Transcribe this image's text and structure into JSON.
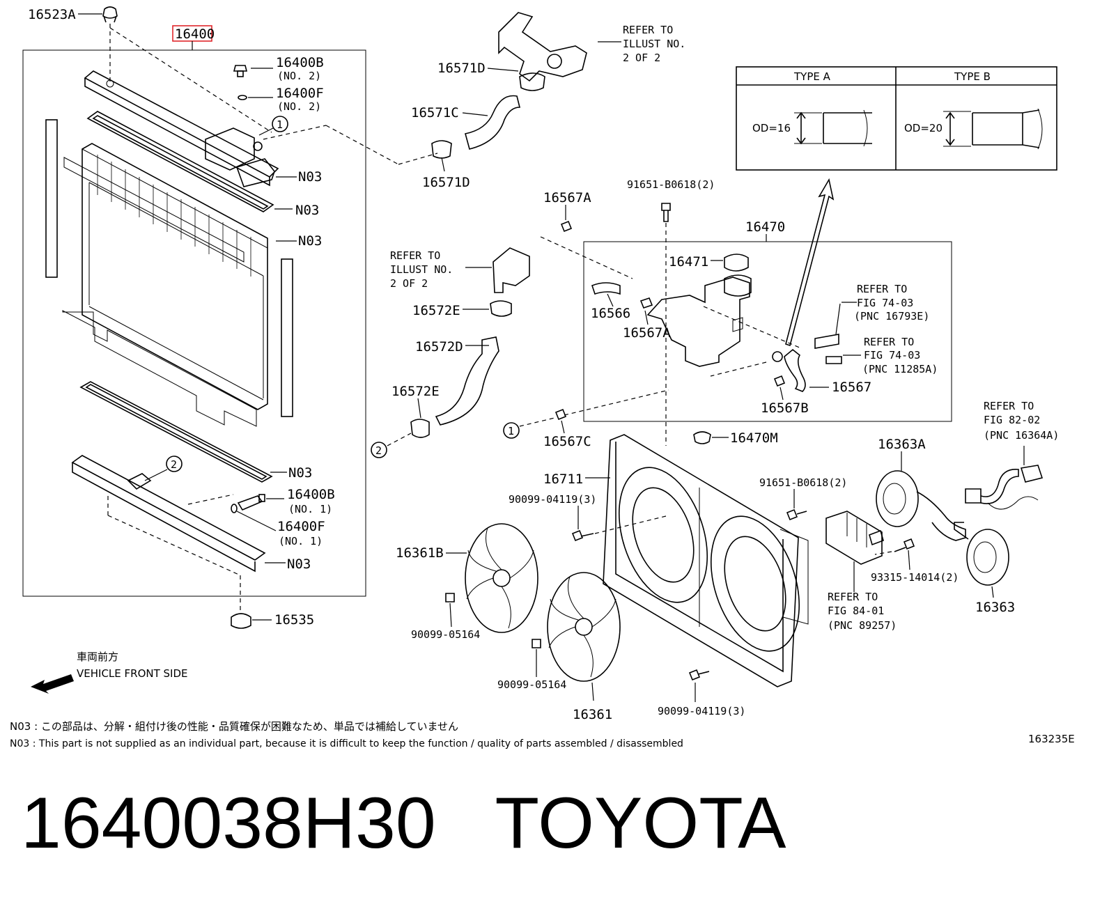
{
  "labels": {
    "p16523A": "16523A",
    "p16400": "16400",
    "p16400B_top": "16400B",
    "no2_a": "(NO. 2)",
    "p16400F_top": "16400F",
    "no2_b": "(NO. 2)",
    "n03_1": "N03",
    "n03_2": "N03",
    "n03_3": "N03",
    "n03_4": "N03",
    "n03_5": "N03",
    "p16400B_bot": "16400B",
    "no1_a": "(NO. 1)",
    "p16400F_bot": "16400F",
    "no1_b": "(NO. 1)",
    "p16535": "16535",
    "p16571D_top": "16571D",
    "p16571C": "16571C",
    "p16571D_bot": "16571D",
    "refer_a1": "REFER TO",
    "refer_a2": "ILLUST NO.",
    "refer_a3": "2 OF 2",
    "refer_b1": "REFER TO",
    "refer_b2": "ILLUST NO.",
    "refer_b3": "2 OF 2",
    "p16572E_top": "16572E",
    "p16572D": "16572D",
    "p16572E_bot": "16572E",
    "p16567A_top": "16567A",
    "p91651_top": "91651-B0618(2)",
    "p16470": "16470",
    "p16471": "16471",
    "p16566": "16566",
    "p16567A_mid": "16567A",
    "ref7403a_1": "REFER TO",
    "ref7403a_2": "FIG 74-03",
    "ref7403a_3": "(PNC 16793E)",
    "ref7403b_1": "REFER TO",
    "ref7403b_2": "FIG 74-03",
    "ref7403b_3": "(PNC 11285A)",
    "p16567": "16567",
    "p16567B": "16567B",
    "p16567C": "16567C",
    "p16470M": "16470M",
    "p16711": "16711",
    "p90099_04119_top": "90099-04119(3)",
    "p91651_mid": "91651-B0618(2)",
    "p16363A": "16363A",
    "ref8202_1": "REFER TO",
    "ref8202_2": "FIG 82-02",
    "ref8202_3": "(PNC 16364A)",
    "p16361B": "16361B",
    "p90099_05164_a": "90099-05164",
    "p90099_05164_b": "90099-05164",
    "p16361": "16361",
    "p90099_04119_bot": "90099-04119(3)",
    "p93315": "93315-14014(2)",
    "p16363": "16363",
    "ref8401_1": "REFER TO",
    "ref8401_2": "FIG 84-01",
    "ref8401_3": "(PNC 89257)",
    "type_a": "TYPE A",
    "type_b": "TYPE B",
    "od16": "OD=16",
    "od20": "OD=20",
    "front_jp": "車両前方",
    "front_en": "VEHICLE FRONT SIDE",
    "circle1a": "1",
    "circle1b": "1",
    "circle2a": "2",
    "circle2b": "2"
  },
  "notes": {
    "jp": "N03 : この部品は、分解・組付け後の性能・品質確保が困難なため、単品では補給していません",
    "en": "N03 : This part is not supplied as an individual part, because it is difficult to keep the function / quality of parts assembled / disassembled"
  },
  "figure_code": "163235E",
  "highlight_color": "#e0262b",
  "title": "1640038H30   TOYOTA"
}
